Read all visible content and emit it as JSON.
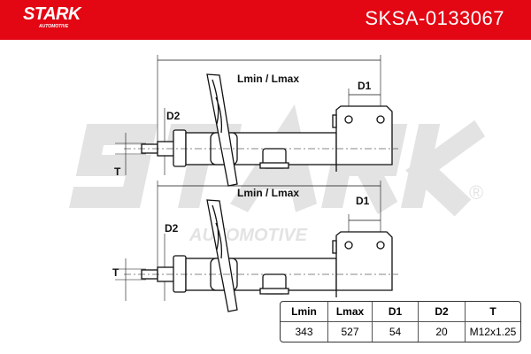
{
  "header": {
    "brand": "STARK",
    "brand_sub": "AUTOMOTIVE",
    "part_number": "SKSA-0133067",
    "color": "#e30613"
  },
  "watermark": {
    "text": "STARK",
    "sub": "AUTOMOTIVE",
    "registered": "®"
  },
  "diagram": {
    "length_label": "Lmin / Lmax",
    "d1_label": "D1",
    "d2_label": "D2",
    "t_label": "T"
  },
  "table": {
    "headers": [
      "Lmin",
      "Lmax",
      "D1",
      "D2",
      "T"
    ],
    "values": [
      "343",
      "527",
      "54",
      "20",
      "M12x1.25"
    ]
  }
}
